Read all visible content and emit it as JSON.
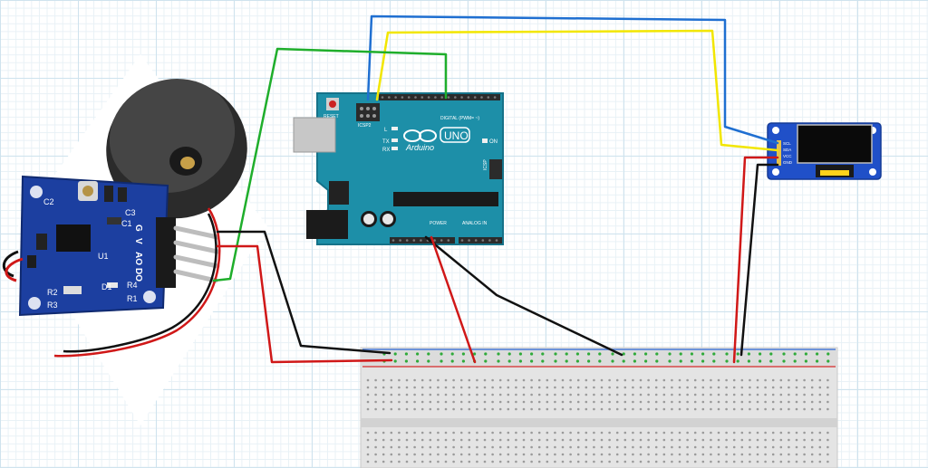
{
  "arduino": {
    "reset_label": "RESET",
    "icsp_label": "ICSP2",
    "digital_label": "DIGITAL (PWM= ~)",
    "brand": "Arduino",
    "model": "UNO",
    "on_label": "ON",
    "led_labels": [
      "L",
      "TX",
      "RX"
    ],
    "power_label": "POWER",
    "analog_label": "ANALOG IN",
    "icsp_side_label": "ICSP",
    "colors": {
      "board": "#1d8fa8",
      "header": "#2b2b2b"
    }
  },
  "sensor_module": {
    "component_labels": [
      "C2",
      "C3",
      "C1",
      "R2",
      "R3",
      "R1",
      "U1",
      "D1",
      "R4",
      "G",
      "V",
      "AO",
      "DO"
    ],
    "colors": {
      "pcb": "#1c3fa0",
      "buzzer": "#2b2b2b"
    }
  },
  "oled_module": {
    "pin_labels": [
      "SCL",
      "SDA",
      "VCC",
      "GND"
    ],
    "colors": {
      "pcb": "#2050c8",
      "screen": "#0a0a0a"
    }
  },
  "wires": {
    "colors": {
      "blue": "#1f6fd1",
      "yellow": "#f2e600",
      "green": "#1fae2b",
      "black": "#111111",
      "red": "#d01818"
    }
  }
}
